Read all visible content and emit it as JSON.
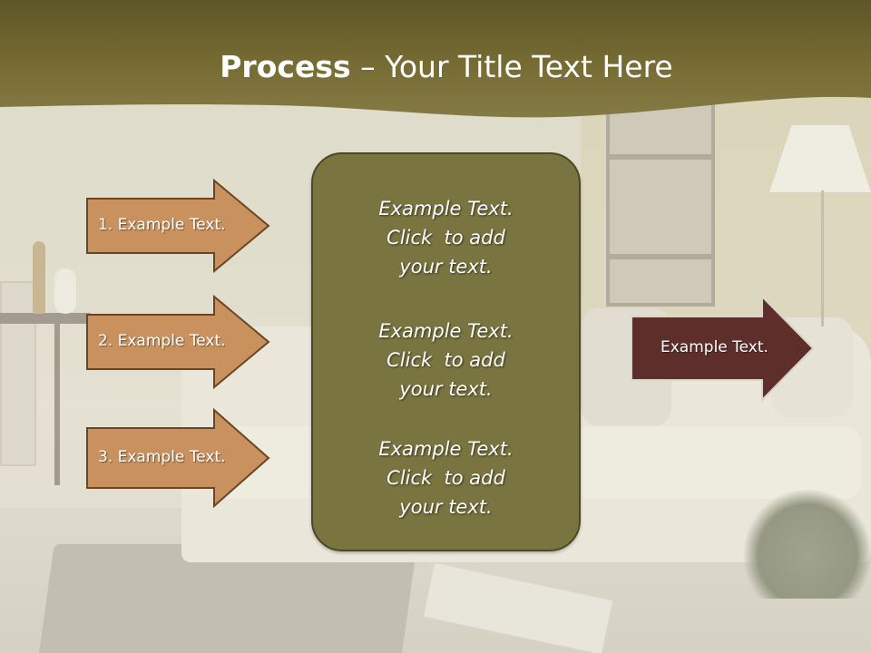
{
  "title": {
    "bold": "Process",
    "rest": " – Your Title Text Here"
  },
  "left_arrows": [
    {
      "label": "1. Example Text."
    },
    {
      "label": "2. Example Text."
    },
    {
      "label": "3. Example Text."
    }
  ],
  "center_blocks": [
    {
      "lines": [
        "Example Text.",
        "Click  to add",
        "your text."
      ]
    },
    {
      "lines": [
        "Example Text.",
        "Click  to add",
        "your text."
      ]
    },
    {
      "lines": [
        "Example Text.",
        "Click  to add",
        "your text."
      ]
    }
  ],
  "right_arrow": {
    "label": "Example Text."
  },
  "colors": {
    "banner": "#7a6e36",
    "left_arrow_fill": "#c9915e",
    "left_arrow_border": "#6a4524",
    "center_fill": "#7a7440",
    "right_arrow_fill": "#5e2f2a",
    "right_arrow_border": "#d9d4c6"
  }
}
